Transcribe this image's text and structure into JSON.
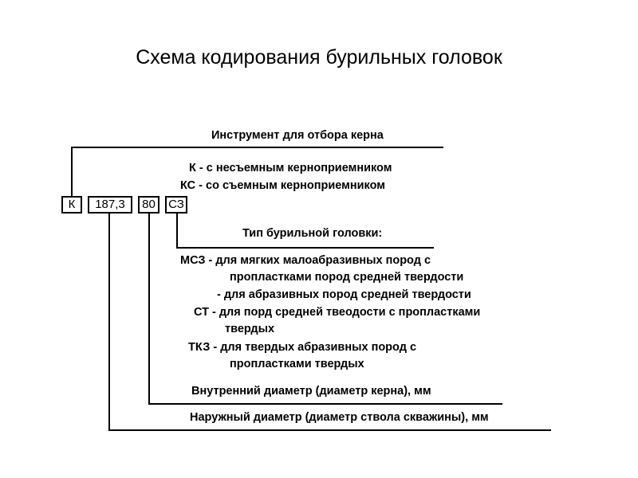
{
  "title": "Схема кодирования бурильных головок",
  "code_boxes": [
    "К",
    "187,3",
    "80",
    "СЗ"
  ],
  "core_tool": {
    "heading": "Инструмент для отбора керна",
    "types": [
      "К - с несъемным керноприемником",
      "КС - со съемным керноприемником"
    ]
  },
  "head_type": {
    "heading": "Тип бурильной головки:",
    "lines": [
      "МСЗ - для мягких малоабразивных пород с",
      "пропластками пород средней твердости",
      "- для абразивных пород средней твердости",
      "СТ - для порд средней твеодости с пропластками",
      "твердых",
      "ТКЗ - для твердых абразивных пород с",
      "пропластками твердых"
    ]
  },
  "inner_diameter": "Внутренний диаметр (диаметр керна), мм",
  "outer_diameter": "Наружный диаметр (диаметр ствола скважины), мм"
}
